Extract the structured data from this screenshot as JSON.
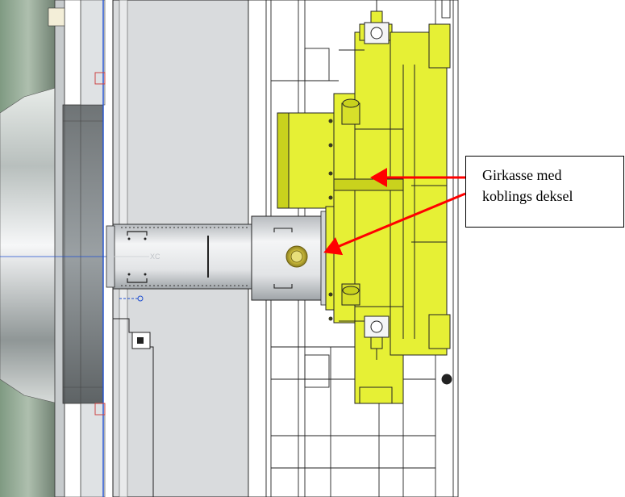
{
  "annotation": {
    "line1": "Girkasse med",
    "line2": "koblings deksel"
  },
  "axis_label": "XC",
  "colors": {
    "arrow": "#ff0000",
    "gearbox": "#e6f035",
    "gearbox_dark": "#c9d21d",
    "housing_grey": "#a9adb2",
    "panel_grey": "#d8dadc",
    "outline": "#000000"
  }
}
